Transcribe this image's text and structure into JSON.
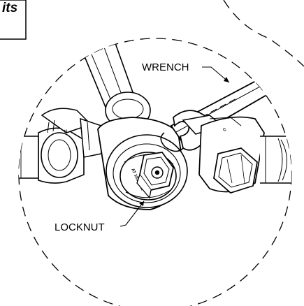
{
  "corner_label": "its",
  "callouts": {
    "wrench": "WRENCH",
    "locknut": "LOCKNUT"
  },
  "stamps": {
    "left_handle": "H",
    "right_handle": "C",
    "locknut_band": "AT 101 BOX"
  },
  "colors": {
    "line": "#000000",
    "background": "#ffffff",
    "shade": "#d9d9d9",
    "dark_shade": "#8c8c8c"
  }
}
